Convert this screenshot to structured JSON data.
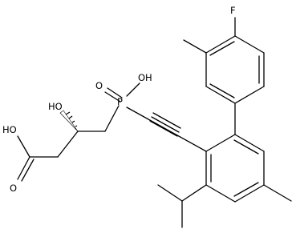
{
  "atoms": {
    "f": "F",
    "p": "P",
    "phosphoryl_o": "O",
    "phosphorus_oh": "OH",
    "hydroxyl": "HO",
    "acid_oh": "HO",
    "carbonyl_o": "O"
  },
  "colors": {
    "bond": "#000000",
    "label": "#000000",
    "background": "#ffffff"
  }
}
